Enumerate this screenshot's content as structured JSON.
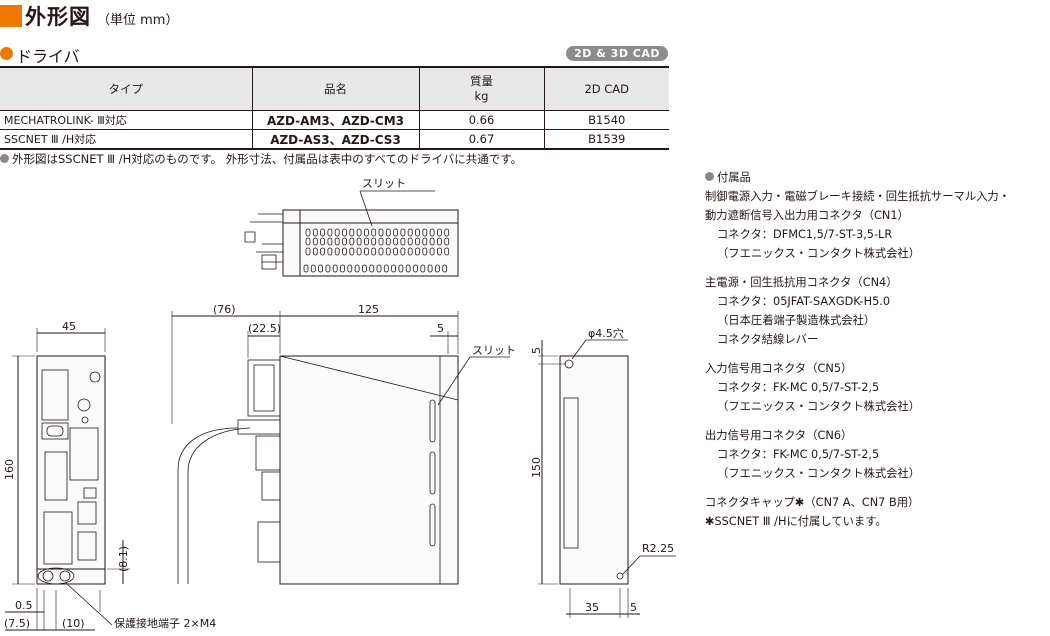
{
  "header": {
    "title": "外形図",
    "unit": "（単位 mm）"
  },
  "section": {
    "label": "ドライバ",
    "cad_badge": "2D & 3D CAD"
  },
  "table": {
    "headers": [
      "タイプ",
      "品名",
      "質量",
      "kg",
      "2D CAD"
    ],
    "rows": [
      {
        "type": "MECHATROLINK- Ⅲ対応",
        "model": "AZD-AM3、AZD-CM3",
        "mass": "0.66",
        "cad": "B1540"
      },
      {
        "type": "SSCNET Ⅲ /H対応",
        "model": "AZD-AS3、AZD-CS3",
        "mass": "0.67",
        "cad": "B1539"
      }
    ]
  },
  "note": "外形図はSSCNET Ⅲ /H対応のものです。 外形寸法、付属品は表中のすべてのドライバに共通です。",
  "drawing": {
    "slit_top": "スリット",
    "slit_side": "スリット",
    "dim_45": "45",
    "dim_160": "160",
    "dim_81": "(8.1)",
    "dim_05": "0.5",
    "dim_75": "(7.5)",
    "dim_10": "(10)",
    "ground_label": "保護接地端子 2×M4",
    "dim_76": "(76)",
    "dim_125": "125",
    "dim_225": "(22.5)",
    "dim_5a": "5",
    "hole_label": "φ4.5穴",
    "dim_5b": "5",
    "dim_150": "150",
    "r_label": "R2.25",
    "dim_35": "35",
    "dim_5c": "5"
  },
  "accessories": {
    "title": "付属品",
    "lines": [
      "制御電源入力・電磁ブレーキ接続・回生抵抗サーマル入力・",
      "動力遮断信号入出力用コネクタ（CN1）",
      "コネクタ：DFMC1,5/7-ST-3,5-LR",
      "（フエニックス・コンタクト株式会社）",
      "主電源・回生抵抗用コネクタ（CN4）",
      "コネクタ：05JFAT-SAXGDK-H5.0",
      "（日本圧着端子製造株式会社）",
      "コネクタ結線レバー",
      "入力信号用コネクタ（CN5）",
      "コネクタ：FK-MC 0,5/7-ST-2,5",
      "（フエニックス・コンタクト株式会社）",
      "出力信号用コネクタ（CN6）",
      "コネクタ：FK-MC 0,5/7-ST-2,5",
      "（フエニックス・コンタクト株式会社）",
      "コネクタキャップ✱（CN7 A、CN7 B用）",
      "✱SSCNET Ⅲ /Hに付属しています。"
    ]
  },
  "colors": {
    "accent": "#ee7800",
    "table_header_bg": "#e8e8e8",
    "badge_bg": "#8c8c8c"
  }
}
